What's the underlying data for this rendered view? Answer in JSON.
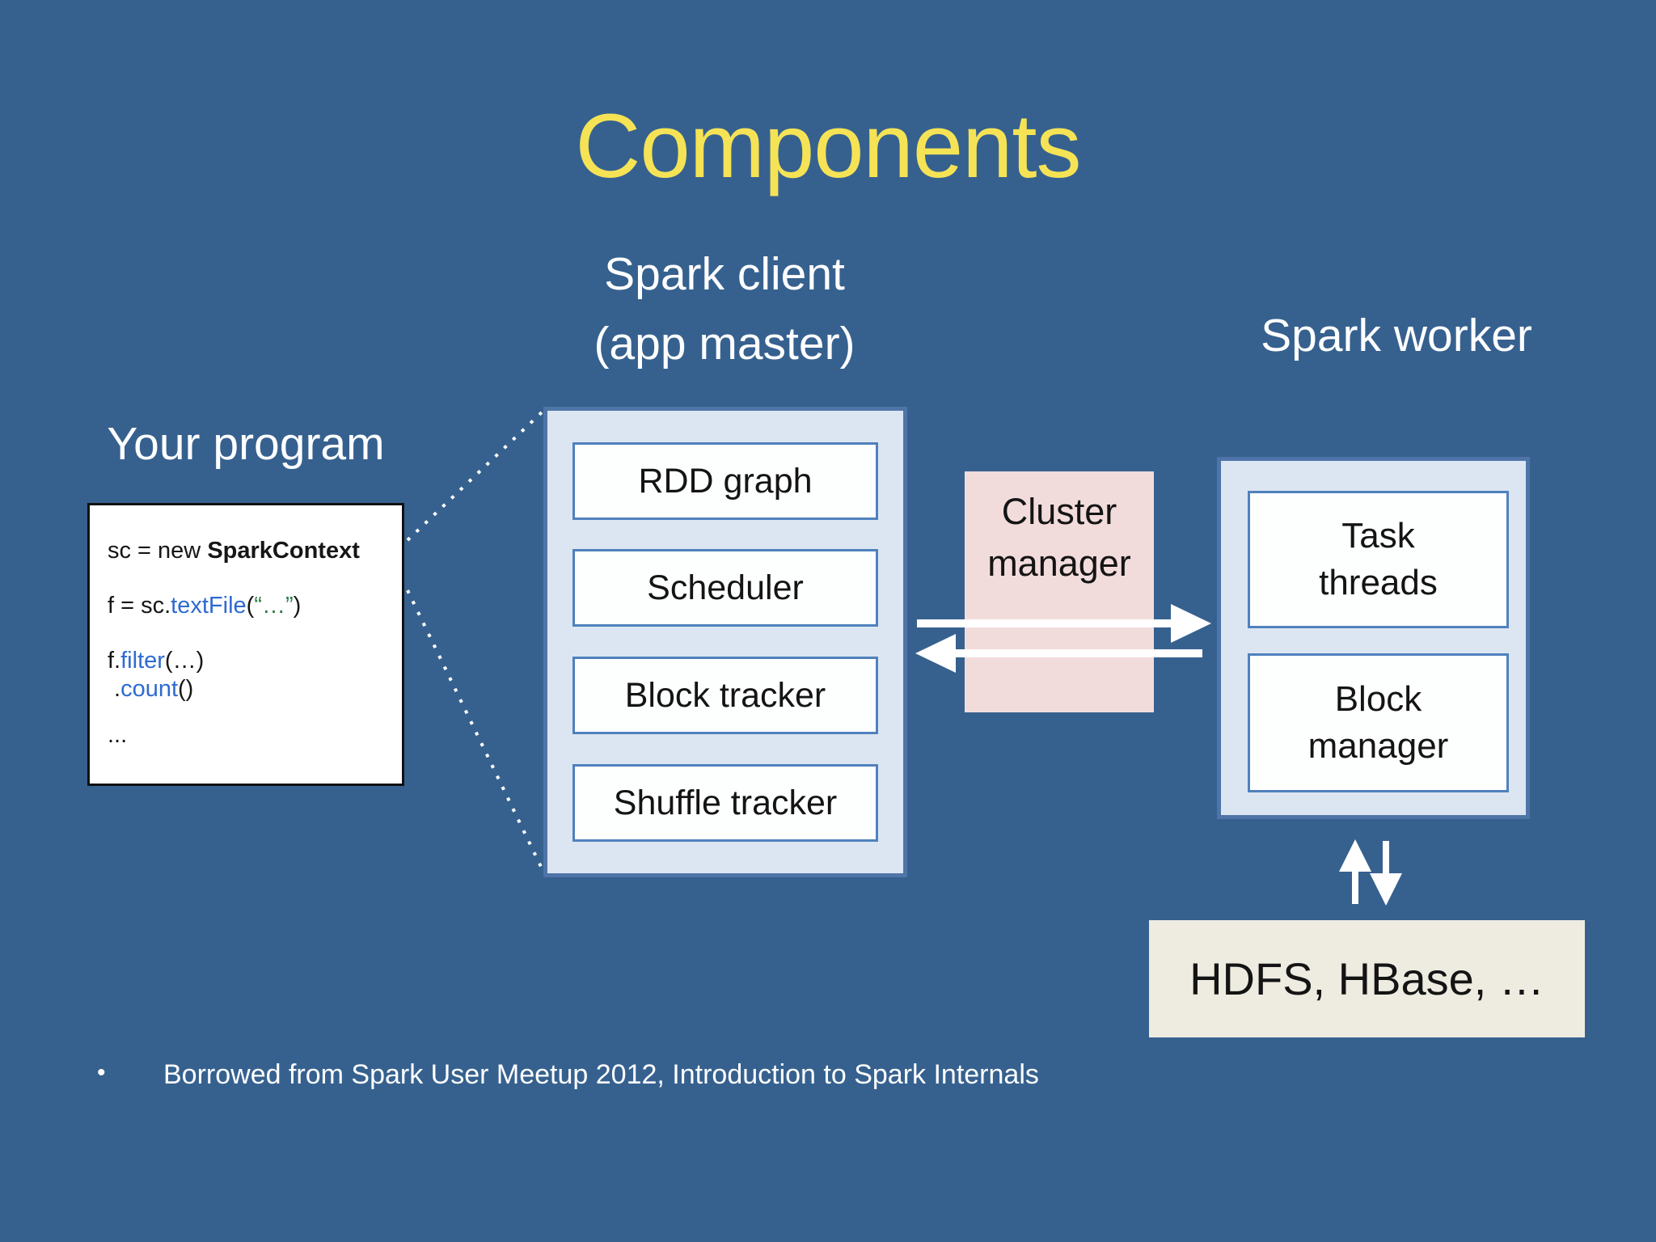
{
  "slide": {
    "title": "Components",
    "background_color": "#36618f",
    "title_color": "#f5e355",
    "footer_bullet": "•",
    "footer_text": "Borrowed from Spark User Meetup 2012, Introduction to Spark Internals"
  },
  "headers": {
    "client_line1": "Spark client",
    "client_line2": "(app master)",
    "worker": "Spark worker",
    "program": "Your program"
  },
  "program_box": {
    "border_color": "#111111",
    "method_color": "#2e6bd0",
    "string_color": "#2e7d45",
    "lines": [
      {
        "tokens": [
          {
            "text": "sc = new ",
            "style": "plain"
          },
          {
            "text": "SparkContext",
            "style": "bold"
          }
        ]
      },
      {
        "tokens": [
          {
            "text": "f = sc.",
            "style": "plain"
          },
          {
            "text": "textFile",
            "style": "method"
          },
          {
            "text": "(",
            "style": "plain"
          },
          {
            "text": "“…”",
            "style": "string"
          },
          {
            "text": ")",
            "style": "plain"
          }
        ]
      },
      {
        "tokens": [
          {
            "text": "f.",
            "style": "plain"
          },
          {
            "text": "filter",
            "style": "method"
          },
          {
            "text": "(…)",
            "style": "plain"
          }
        ]
      },
      {
        "tokens": [
          {
            "text": ".",
            "style": "plain"
          },
          {
            "text": "count",
            "style": "method"
          },
          {
            "text": "()",
            "style": "plain"
          }
        ]
      },
      {
        "tokens": [
          {
            "text": "...",
            "style": "plain"
          }
        ]
      }
    ]
  },
  "client_box": {
    "fill_color": "#dce6f2",
    "border_color": "#4f74a8",
    "components": [
      "RDD graph",
      "Scheduler",
      "Block tracker",
      "Shuffle tracker"
    ]
  },
  "cluster_manager": {
    "fill_color": "#f2dcdb",
    "line1": "Cluster",
    "line2": "manager"
  },
  "worker_box": {
    "fill_color": "#dce6f2",
    "border_color": "#4f74a8",
    "components": [
      {
        "line1": "Task",
        "line2": "threads"
      },
      {
        "line1": "Block",
        "line2": "manager"
      }
    ]
  },
  "storage_box": {
    "fill_color": "#eeece1",
    "label": "HDFS, HBase, …"
  }
}
